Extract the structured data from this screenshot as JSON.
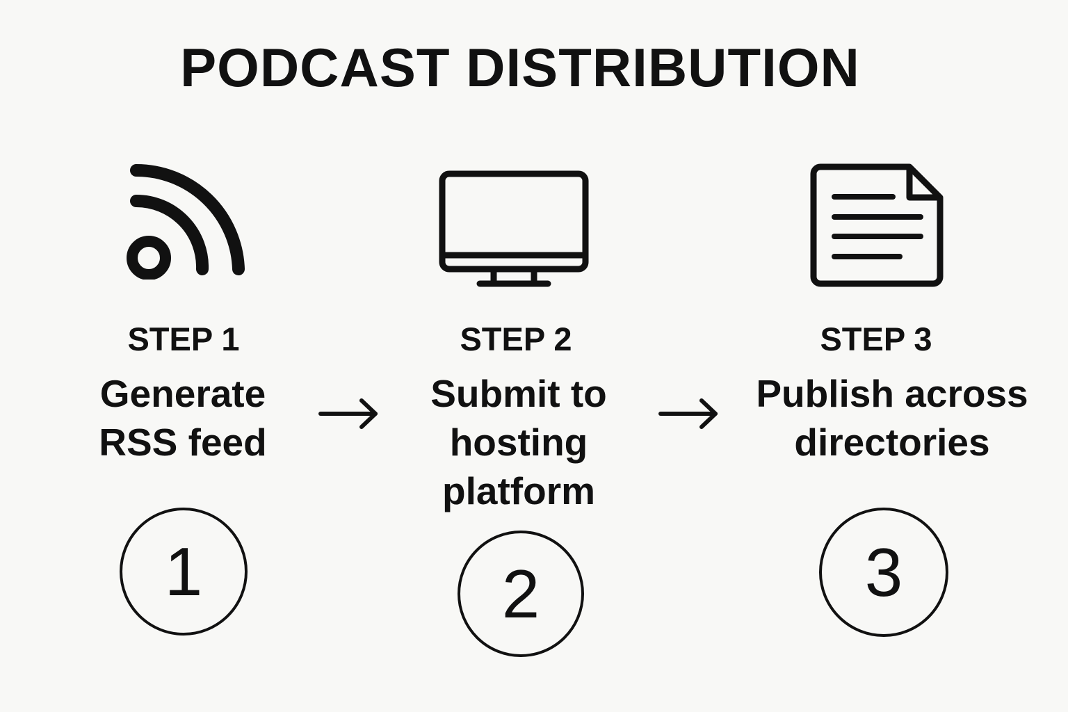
{
  "title": "PODCAST DISTRIBUTION",
  "steps": [
    {
      "label": "STEP 1",
      "lines": [
        "Generate",
        "RSS feed"
      ],
      "number": "1",
      "icon": "rss-feed-icon"
    },
    {
      "label": "STEP 2",
      "lines": [
        "Submit to",
        "hosting",
        "platform"
      ],
      "number": "2",
      "icon": "monitor-icon"
    },
    {
      "label": "STEP 3",
      "lines": [
        "Publish across",
        "directories"
      ],
      "number": "3",
      "icon": "document-icon"
    }
  ],
  "colors": {
    "background": "#f8f8f6",
    "foreground": "#111111"
  }
}
